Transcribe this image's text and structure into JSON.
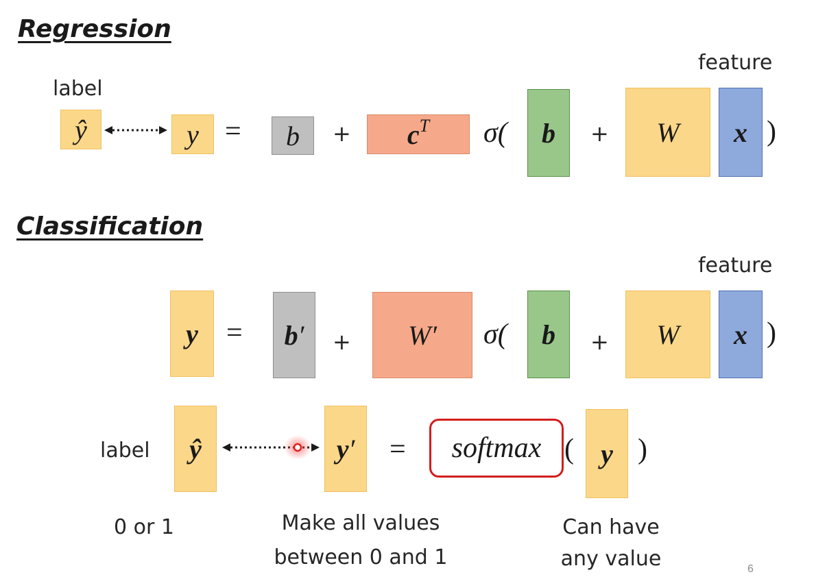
{
  "regression": {
    "heading": "Regression",
    "label_text": "label",
    "feature_text": "feature",
    "y_hat": "ŷ",
    "y": "y",
    "equals": "=",
    "b_scalar": "b",
    "plus1": "+",
    "c_T": "c",
    "c_T_sup": "T",
    "sigma_open": "σ(",
    "b_vec": "b",
    "plus2": "+",
    "W": "W",
    "x": "x",
    "close_paren": ")"
  },
  "classification": {
    "heading": "Classification",
    "feature_text": "feature",
    "y_vec": "y",
    "equals": "=",
    "b_prime": "b",
    "b_prime_mark": "′",
    "plus1": "+",
    "W_prime": "W",
    "W_prime_mark": "′",
    "sigma_open": "σ(",
    "b_vec": "b",
    "plus2": "+",
    "W": "W",
    "x": "x",
    "close_paren": ")",
    "label_text": "label",
    "y_hat": "ŷ",
    "y_prime": "y",
    "y_prime_mark": "′",
    "equals2": "=",
    "softmax": "softmax",
    "open_paren": "(",
    "y_in": "y",
    "close_paren2": ")",
    "note_label": "0 or 1",
    "note_softmax_line1": "Make all values",
    "note_softmax_line2": "between 0 and 1",
    "note_y_line1": "Can have",
    "note_y_line2": "any value"
  },
  "page_number": "6",
  "colors": {
    "yellow": "#fbd789",
    "gray": "#bfbfbf",
    "orange": "#f6a98a",
    "green": "#99c78a",
    "blue": "#8ea9dc",
    "softmax_border": "#d21d1d"
  }
}
